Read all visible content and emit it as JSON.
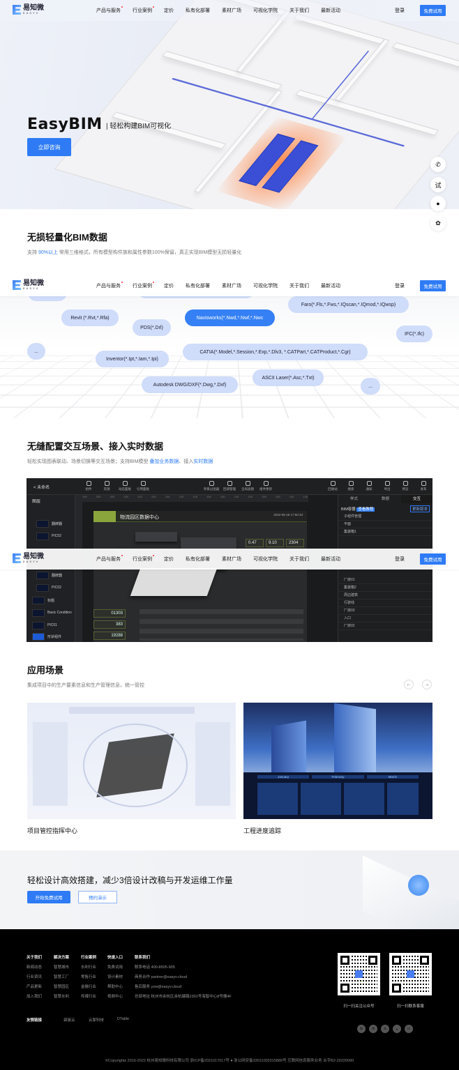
{
  "nav": {
    "logo_cn": "易知微",
    "logo_en": "EASYV",
    "items": [
      {
        "label": "产品与服务",
        "dot": true
      },
      {
        "label": "行业案例",
        "dot": true
      },
      {
        "label": "定价"
      },
      {
        "label": "私有化部署"
      },
      {
        "label": "素材广场"
      },
      {
        "label": "可视化学院"
      },
      {
        "label": "关于我们"
      },
      {
        "label": "最新活动"
      }
    ],
    "login": "登录",
    "trial": "免费试用"
  },
  "hero": {
    "title": "EasyBIM",
    "subtitle": "| 轻松构建BIM可视化",
    "cta": "立即咨询"
  },
  "float_buttons": [
    {
      "icon": "phone-icon",
      "label": "✆"
    },
    {
      "icon": "trial-icon",
      "label": "试"
    },
    {
      "icon": "chat-icon",
      "label": "●"
    },
    {
      "icon": "wechat-icon",
      "label": "✿"
    }
  ],
  "brand": {
    "accent": "#2e7bf5",
    "footer_bg": "#000000"
  },
  "lossless": {
    "title": "无损轻量化BIM数据",
    "sub_pre": "支持 ",
    "sub_highlight": "90%以上",
    "sub_post": " 常用三维格式，所有模型构件族和属性参数100%保留，真正实现BIM模型无损轻量化",
    "tags": [
      "Faro(*.Fls,*.Fws,*.IQscan,*.IQmod,*.IQwsp)",
      "Revit (*.Rvt,*.Rfa)",
      "Navisworks(*.Nwd,*.Nwf,*.Nwc",
      "PDS(*.Drl)",
      "IFC(*.Ifc)",
      "...",
      "CATIA(*.Model,*.Session,*.Exp,*.Dlv3, *.CATPart,*.CATProduct,*.Cgr)",
      "Inventor(*.Ipt,*.Iam,*.Ipi)",
      "ASCII Laser(*.Asc,*.Txt)",
      "Autodesk DWG/DXF(*.Dwg,*.Dxf)",
      "..."
    ]
  },
  "interactive": {
    "title": "无缝配置交互场景、接入实时数据",
    "sub_pre": "轻松实现图表联动、场景切换等交互场景；支持BIM模型 ",
    "sub_h1": "叠加业务数据",
    "sub_mid": "、接入",
    "sub_h2": "实时数据",
    "editor": {
      "back": "< 未命名",
      "toolbar": [
        "组件",
        "资源",
        "动态面板",
        "引用面板",
        "项目过滤器",
        "回调管理",
        "全局滤镜",
        "组件更新",
        "回收站",
        "搜索",
        "通知",
        "导出",
        "预览",
        "发布"
      ],
      "layers_title": "图层",
      "layers": [
        "翻牌器",
        "PIC02",
        "翻牌器",
        "PIC02",
        "标题",
        "Basic Condition",
        "PIC01",
        "形状组件"
      ],
      "ruler": "100 200 300 100 100 100 100 100 100 100 100 100 100 100 100 100 100 100 100 100",
      "screen_title": "物流园区数据中心",
      "screen_date": "2022-05-18 17:50:43",
      "kpis": [
        "0.47",
        "9.10",
        "2304"
      ],
      "counters": [
        "01303",
        "383",
        "19288"
      ],
      "right_tabs": [
        "样式",
        "数据",
        "交互"
      ],
      "bim_label": "BIM容器",
      "bim_badge": "查看教程",
      "update_btn": "更新版本",
      "sub_mgmt": "子组件管理",
      "components": [
        "平面",
        "集装箱1",
        "厂房01",
        "集装箱2",
        "周边建筑",
        "行驶线",
        "厂房03",
        "入口",
        "厂房02"
      ]
    }
  },
  "scenarios": {
    "title": "应用场景",
    "sub": "集成项目中的生产要素信息和生产管理信息，统一管控",
    "prev": "←",
    "next": "→",
    "cards": [
      {
        "caption": "项目管控指挥中心"
      },
      {
        "caption": "工程进度追踪",
        "months": [
          "January",
          "February",
          "March"
        ]
      }
    ]
  },
  "cta": {
    "title": "轻松设计高效搭建，减少3倍设计改稿与开发运维工作量",
    "primary": "开始免费试用",
    "secondary": "预约演示"
  },
  "footer": {
    "columns": [
      {
        "title": "关于我们",
        "items": [
          "新闻动态",
          "行业资讯",
          "产品更新",
          "加入我们"
        ]
      },
      {
        "title": "解决方案",
        "items": [
          "智慧城市",
          "智慧工厂",
          "智慧园区",
          "智慧水利"
        ]
      },
      {
        "title": "行业案例",
        "items": [
          "水利行业",
          "零售行业",
          "金融行业",
          "传媒行业"
        ]
      },
      {
        "title": "快速入口",
        "items": [
          "免费试用",
          "设计素材",
          "帮助中心",
          "视频中心"
        ]
      },
      {
        "title": "联系我们",
        "items": [
          "联系电话 400-8505-905",
          "商务合作 partner@easyv.cloud",
          "售后服务 yzw@easyv.cloud",
          "总部地址 杭州市余杭区余杭塘路2301号海智中心8号楼4F"
        ]
      }
    ],
    "links_title": "友情链接",
    "links": [
      "袋鼠云",
      "云掣科技",
      "DTable"
    ],
    "qr": [
      {
        "caption": "扫一扫关注公众号"
      },
      {
        "caption": "扫一扫联系客服"
      }
    ],
    "social": [
      "微",
      "博",
      "知",
      "B",
      "抖"
    ],
    "copyright": "©Copyrights 2016-2022 杭州易知微科技有限公司 浙ICP备2021017017号  ● 浙公网安备33011002015889号  互联网信息服务业务 合字B2-20220090"
  }
}
